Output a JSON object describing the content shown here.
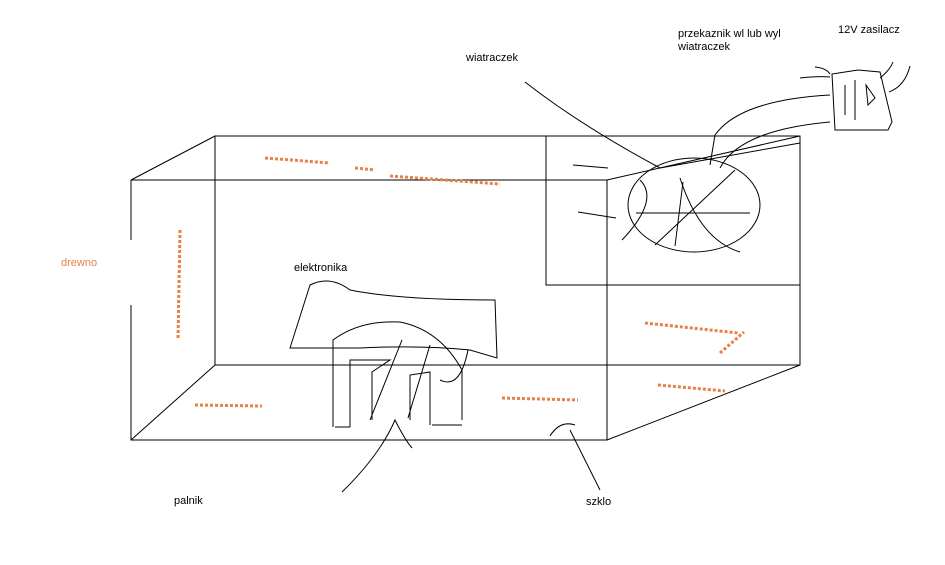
{
  "colors": {
    "ink": "#000000",
    "accent": "#e8804a"
  },
  "labels": {
    "drewno": "drewno",
    "elektronika": "elektronika",
    "palnik": "palnik",
    "szklo": "szklo",
    "wiatraczek": "wiatraczek",
    "przekaznik_line1": "przekaznik wl lub wyl",
    "przekaznik_line2": "wiatraczek",
    "zasilacz": "12V zasilacz"
  }
}
